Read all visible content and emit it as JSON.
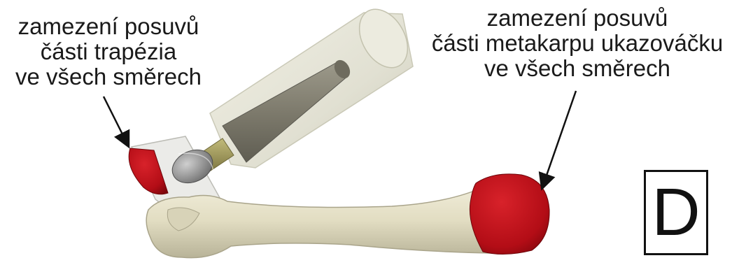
{
  "annotations": {
    "left": {
      "lines": [
        "zamezení posuvů",
        "části trapézia",
        "ve všech směrech"
      ]
    },
    "right": {
      "lines": [
        "zamezení posuvů",
        "části metakarpu ukazováčku",
        "ve všech směrech"
      ]
    }
  },
  "panel_letter": "D",
  "colors": {
    "bone": "#e8e4cc",
    "bone_shadow": "#b9b49a",
    "fixation_red": "#c8101a",
    "implant_gray": "#8a8778",
    "stem_olive": "#9a9356",
    "transparent_body": "#e6e6da",
    "text": "#1a1a1a"
  }
}
